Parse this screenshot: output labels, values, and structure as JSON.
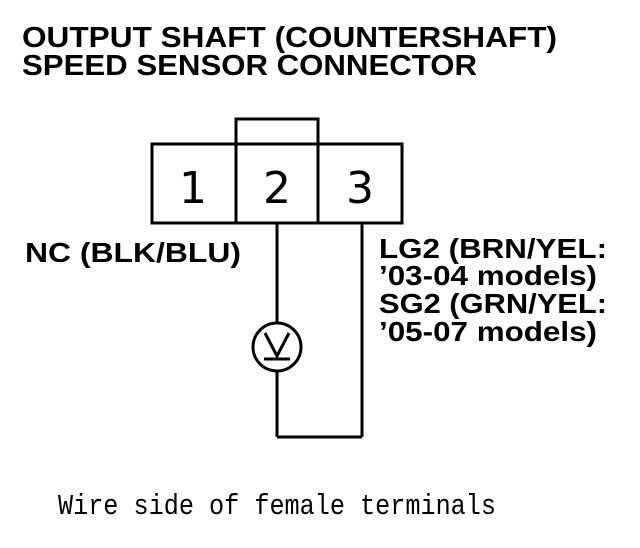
{
  "title": {
    "line1": "OUTPUT SHAFT (COUNTERSHAFT)",
    "line2": "SPEED SENSOR CONNECTOR"
  },
  "connector": {
    "pins": [
      "1",
      "2",
      "3"
    ]
  },
  "labels": {
    "pin1": "NC (BLK/BLU)",
    "pin3_line1": "LG2 (BRN/YEL:",
    "pin3_line2": "’03-04 models)",
    "pin3_line3": "SG2 (GRN/YEL:",
    "pin3_line4": "’05-07 models)"
  },
  "meter": {
    "symbol": "V"
  },
  "caption": "Wire side of female terminals",
  "colors": {
    "ink": "#000000",
    "background": "#ffffff"
  }
}
